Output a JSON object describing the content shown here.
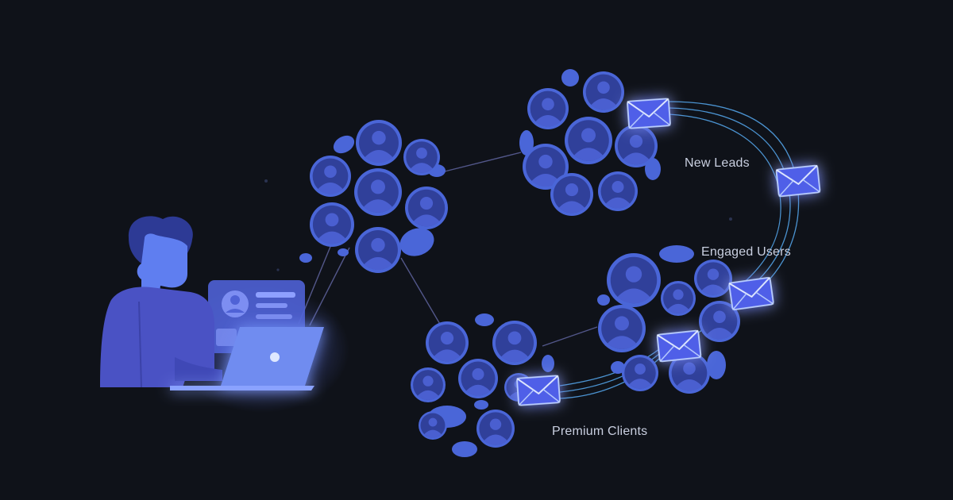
{
  "segments": {
    "new_leads": "New Leads",
    "engaged_users": "Engaged Users",
    "premium_clients": "Premium Clients"
  },
  "colors": {
    "background": "#0f1219",
    "bubble": "#4a66d8",
    "bubble_dark": "#3a4fb8",
    "avatar": "#2b3a8c",
    "glow": "#7d6bff",
    "flow_line": "#5ab4ff",
    "connector": "#6a6fb0",
    "person": "#4a55c8",
    "laptop": "#6f8cf0"
  },
  "icons": [
    "person-at-laptop-illustration",
    "avatar-icon",
    "envelope-icon",
    "laptop-icon",
    "dashboard-card"
  ]
}
